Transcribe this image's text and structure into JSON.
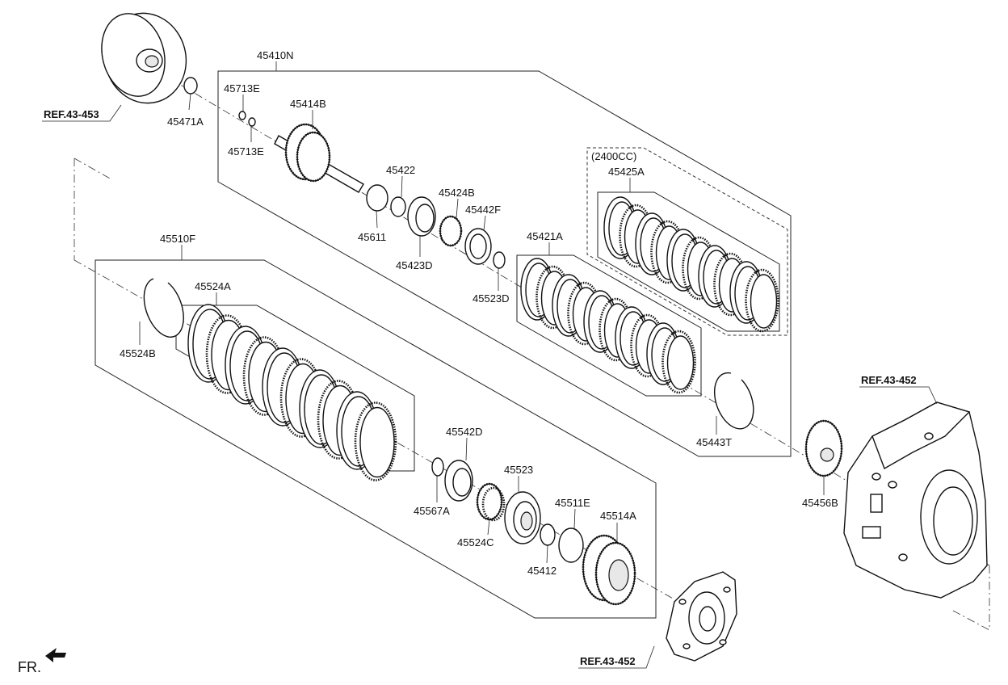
{
  "labels": {
    "p45410N": "45410N",
    "p45713E_a": "45713E",
    "p45713E_b": "45713E",
    "p45414B": "45414B",
    "p45471A": "45471A",
    "p45422": "45422",
    "p45424B": "45424B",
    "p45442F": "45442F",
    "p45611": "45611",
    "p45423D": "45423D",
    "p45523D": "45523D",
    "p45421A": "45421A",
    "variant": "(2400CC)",
    "p45425A": "45425A",
    "p45510F": "45510F",
    "p45524A": "45524A",
    "p45524B": "45524B",
    "p45443T": "45443T",
    "p45542D": "45542D",
    "p45523": "45523",
    "p45511E": "45511E",
    "p45514A": "45514A",
    "p45567A": "45567A",
    "p45524C": "45524C",
    "p45412": "45412",
    "p45456B": "45456B"
  },
  "references": {
    "torque_converter": "REF.43-453",
    "transaxle_case": "REF.43-452",
    "rear_cover": "REF.43-452"
  },
  "direction": {
    "label": "FR.",
    "icon": "front-arrow-icon"
  }
}
